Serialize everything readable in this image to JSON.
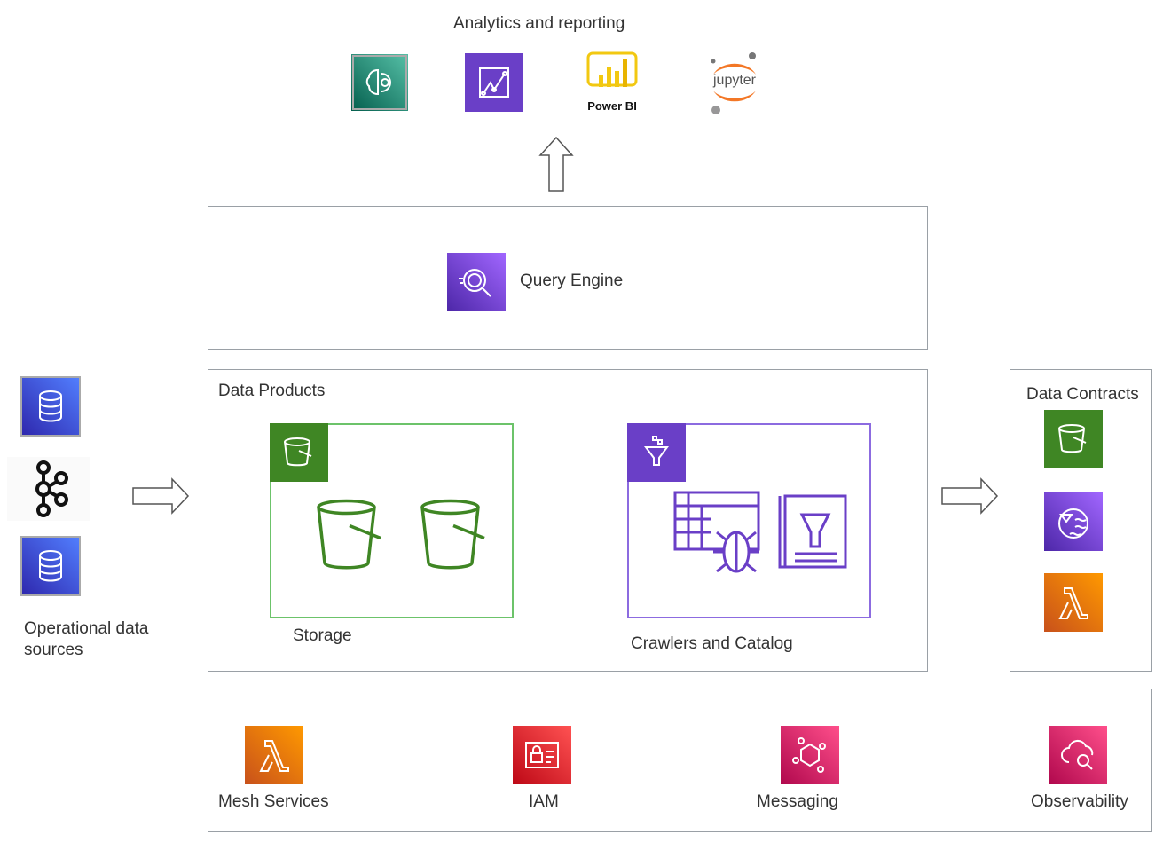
{
  "analytics": {
    "title": "Analytics and reporting",
    "power_bi_label": "Power BI",
    "jupyter_label": "jupyter"
  },
  "query": {
    "label": "Query Engine"
  },
  "data_products": {
    "title": "Data Products",
    "storage_label": "Storage",
    "crawlers_label": "Crawlers and Catalog"
  },
  "data_contracts": {
    "title": "Data Contracts"
  },
  "sources": {
    "label_line1": "Operational data",
    "label_line2": "sources"
  },
  "services": {
    "items": [
      {
        "label": "Mesh Services"
      },
      {
        "label": "IAM"
      },
      {
        "label": "Messaging"
      },
      {
        "label": "Observability"
      }
    ]
  },
  "colors": {
    "green": "#3f8624",
    "purple": "#7b3fe4",
    "orange": "#ed7100",
    "red": "#dd344c",
    "pink": "#e7157b",
    "blue": "#3b48cc",
    "teal": "#01a88d"
  }
}
